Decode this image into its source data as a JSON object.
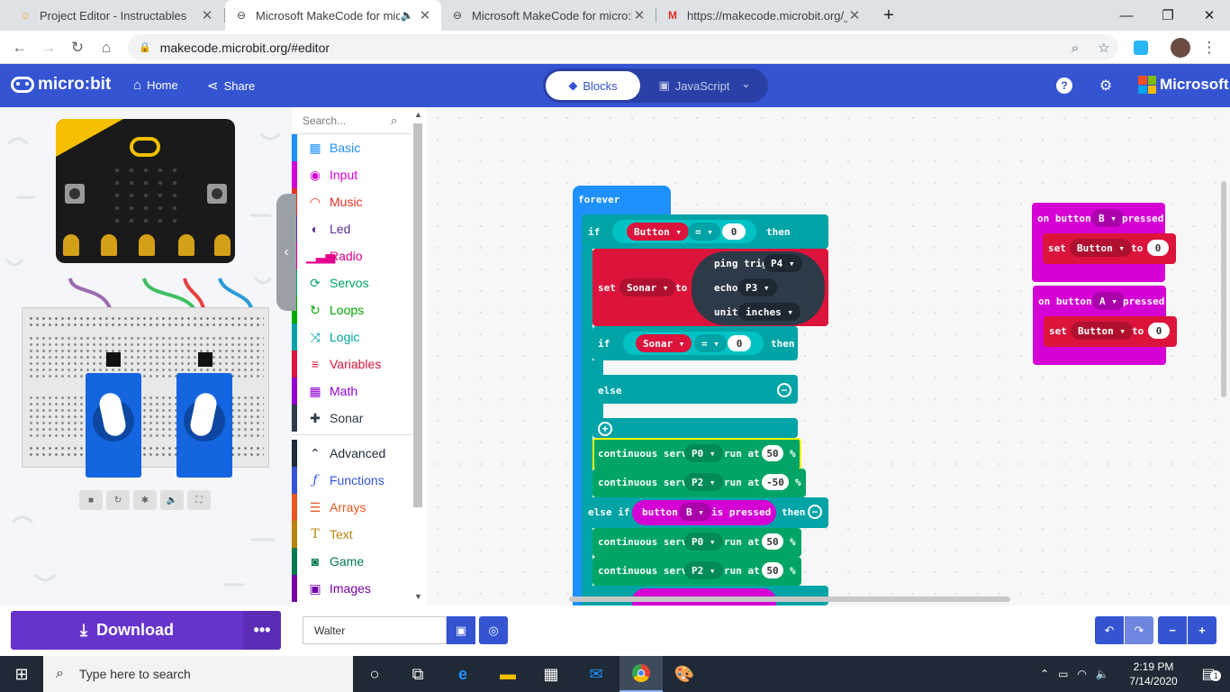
{
  "browser": {
    "tabs": [
      {
        "title": "Project Editor - Instructables",
        "favicon": "instructables-icon"
      },
      {
        "title": "Microsoft MakeCode for mic",
        "favicon": "makecode-icon",
        "active": true,
        "audio": true
      },
      {
        "title": "Microsoft MakeCode for micro:bi",
        "favicon": "makecode-icon"
      },
      {
        "title": "https://makecode.microbit.org/_l",
        "favicon": "gmail-icon"
      }
    ],
    "url": "makecode.microbit.org/#editor"
  },
  "header": {
    "logo": "micro:bit",
    "home": "Home",
    "share": "Share",
    "blocks": "Blocks",
    "javascript": "JavaScript",
    "brand": "Microsoft"
  },
  "toolbox": {
    "search_placeholder": "Search...",
    "categories": [
      {
        "label": "Basic",
        "color": "#1e90ff",
        "icon": "grid-icon"
      },
      {
        "label": "Input",
        "color": "#d400d4",
        "icon": "target-icon"
      },
      {
        "label": "Music",
        "color": "#e63022",
        "icon": "headphones-icon"
      },
      {
        "label": "Led",
        "color": "#5c2d91",
        "icon": "toggle-icon"
      },
      {
        "label": "Radio",
        "color": "#e3008c",
        "icon": "signal-icon"
      },
      {
        "label": "Servos",
        "color": "#00a566",
        "icon": "refresh-icon"
      },
      {
        "label": "Loops",
        "color": "#00aa00",
        "icon": "loop-icon"
      },
      {
        "label": "Logic",
        "color": "#00a4a6",
        "icon": "shuffle-icon"
      },
      {
        "label": "Variables",
        "color": "#dc143c",
        "icon": "lines-icon"
      },
      {
        "label": "Math",
        "color": "#9400d3",
        "icon": "calculator-icon"
      },
      {
        "label": "Sonar",
        "color": "#2d3a48",
        "icon": "puzzle-icon"
      },
      {
        "label": "Advanced",
        "color": "#1e2c3a",
        "icon": "chevron-up-icon"
      },
      {
        "label": "Functions",
        "color": "#3455db",
        "icon": "function-icon"
      },
      {
        "label": "Arrays",
        "color": "#e65722",
        "icon": "list-icon"
      },
      {
        "label": "Text",
        "color": "#b8860b",
        "icon": "text-icon"
      },
      {
        "label": "Game",
        "color": "#007a4b",
        "icon": "gamepad-icon"
      },
      {
        "label": "Images",
        "color": "#7600a8",
        "icon": "image-icon"
      }
    ]
  },
  "blocks": {
    "forever": "forever",
    "if": "if",
    "then": "then",
    "button_var": "Button",
    "eq": "=",
    "zero": "0",
    "set": "set",
    "sonar_var": "Sonar",
    "to": "to",
    "ping_trig": "ping trig",
    "p4": "P4",
    "echo": "echo",
    "p3": "P3",
    "unit": "unit",
    "inches": "inches",
    "else": "else",
    "minus": "−",
    "plus": "+",
    "continuous_servo": "continuous servo",
    "p0": "P0",
    "p2": "P2",
    "run_at": "run at",
    "fifty": "50",
    "neg_fifty": "-50",
    "percent": "%",
    "else_if": "else if",
    "button": "button",
    "b": "B",
    "a": "A",
    "is_pressed": "is pressed",
    "on_button": "on button",
    "pressed": "pressed"
  },
  "footer": {
    "download": "Download",
    "more": "•••",
    "project_name": "Walter"
  },
  "taskbar": {
    "search": "Type here to search",
    "time": "2:19 PM",
    "date": "7/14/2020",
    "notifications": "1"
  }
}
